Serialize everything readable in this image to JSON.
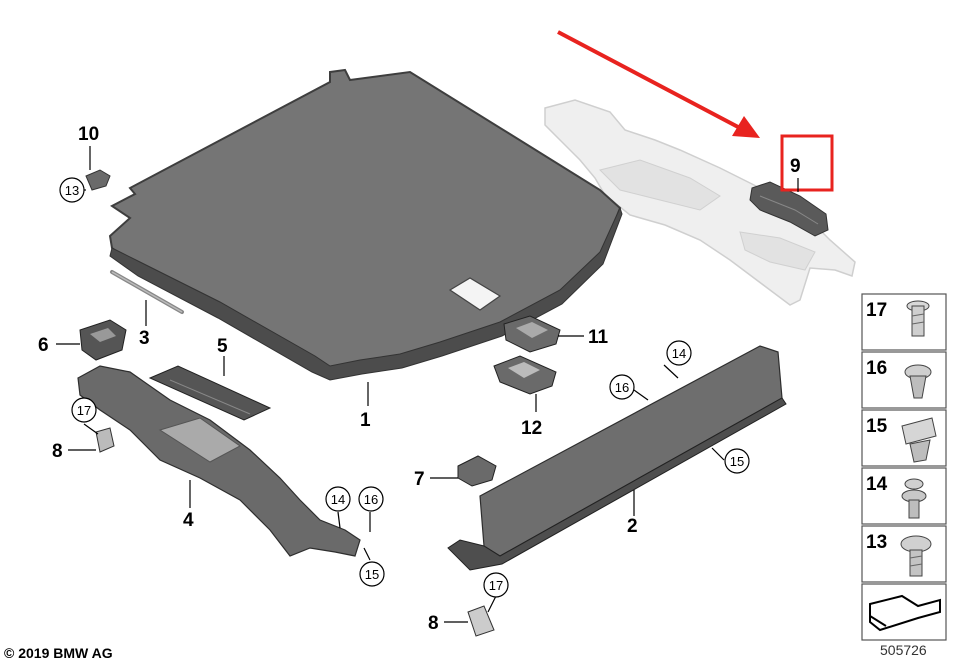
{
  "callouts": {
    "p1": "1",
    "p2": "2",
    "p3": "3",
    "p4": "4",
    "p5": "5",
    "p6": "6",
    "p7": "7",
    "p8a": "8",
    "p8b": "8",
    "p9": "9",
    "p10": "10",
    "p11": "11",
    "p12": "12"
  },
  "circled": {
    "c13": "13",
    "c14a": "14",
    "c16a": "16",
    "c15a": "15",
    "c17a": "17",
    "c14b": "14",
    "c16b": "16",
    "c15b": "15",
    "c17b": "17"
  },
  "legend": {
    "n17": "17",
    "n16": "16",
    "n15": "15",
    "n14": "14",
    "n13": "13"
  },
  "footer": {
    "copyright": "© 2019 BMW AG",
    "doc_number": "505726"
  },
  "colors": {
    "mat_fill": "#6e6e6e",
    "mat_edge": "#4a4a4a",
    "part_fill": "#5c5c5c",
    "ghost_fill": "#ececec",
    "arrow": "#e8231f",
    "highlight_box": "#e8231f"
  }
}
